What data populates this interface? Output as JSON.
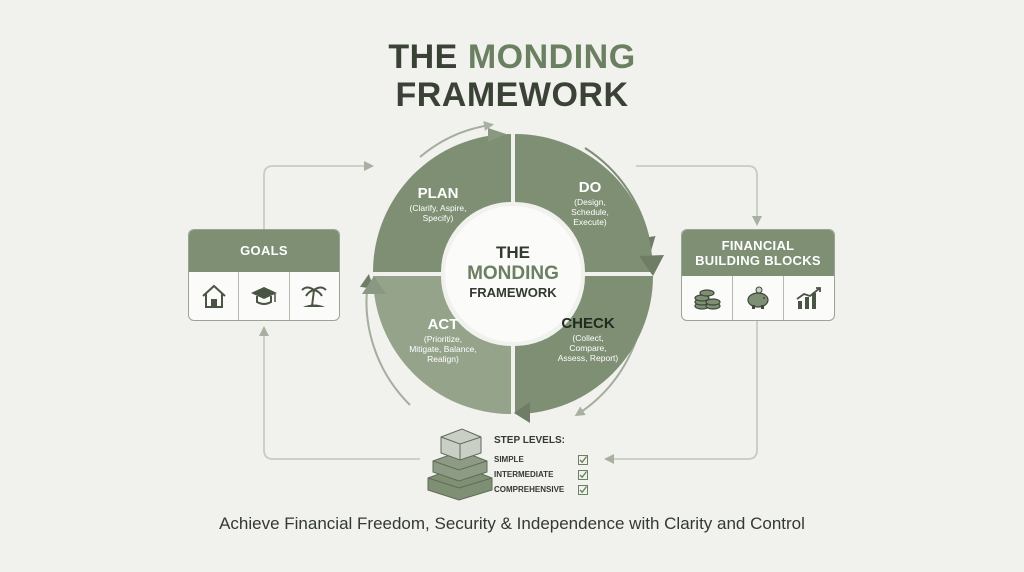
{
  "title": {
    "line1_prefix": "THE ",
    "line1_accent": "MONDING",
    "line2": "FRAMEWORK"
  },
  "center": {
    "line1": "THE",
    "line2": "MONDING",
    "line3": "FRAMEWORK"
  },
  "quadrants": {
    "plan": {
      "title": "PLAN",
      "sub": [
        "(Clarify, Aspire,",
        "Specify)"
      ]
    },
    "do": {
      "title": "DO",
      "sub": [
        "(Design,",
        "Schedule,",
        "Execute)"
      ]
    },
    "check": {
      "title": "CHECK",
      "sub": [
        "(Collect,",
        "Compare,",
        "Assess, Report)"
      ]
    },
    "act": {
      "title": "ACT",
      "sub": [
        "(Prioritize,",
        "Mitigate, Balance,",
        "Realign)"
      ]
    }
  },
  "goals": {
    "title": "GOALS",
    "icons": [
      "house-icon",
      "graduation-cap-icon",
      "palm-island-icon"
    ]
  },
  "financial_building_blocks": {
    "title_line1": "FINANCIAL",
    "title_line2": "BUILDING BLOCKS",
    "icons": [
      "coin-stack-icon",
      "piggy-bank-icon",
      "growth-chart-icon"
    ]
  },
  "step_levels": {
    "title": "STEP LEVELS:",
    "items": [
      "SIMPLE",
      "INTERMEDIATE",
      "COMPREHENSIVE"
    ]
  },
  "tagline": "Achieve Financial Freedom, Security & Independence with Clarity and Control",
  "colors": {
    "background": "#f1f1ee",
    "quadrant_dark": "#7e8f74",
    "quadrant_light": "#95a38b",
    "title_dark": "#3a4236",
    "title_accent": "#6b7f61"
  }
}
